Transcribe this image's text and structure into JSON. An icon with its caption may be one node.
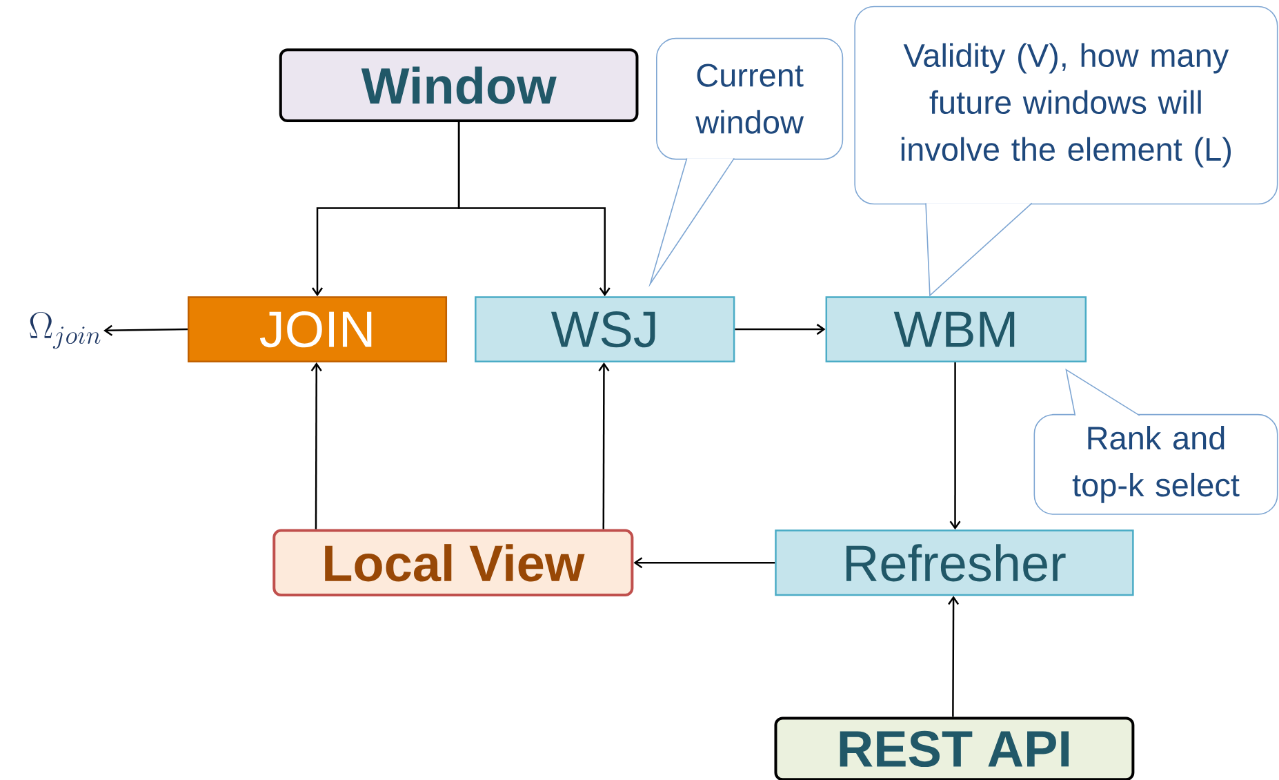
{
  "diagram": {
    "nodes": [
      {
        "text": [
          "Window"
        ]
      },
      {
        "text": [
          "\\Omega_{join}"
        ]
      },
      {
        "text": [
          "JOIN"
        ]
      },
      {
        "text": [
          "WSJ"
        ]
      },
      {
        "text": [
          "WBM"
        ]
      },
      {
        "text": [
          "Current window"
        ]
      },
      {
        "text": [
          "Validity (V), how many future windows will involve the element (L)"
        ]
      },
      {
        "text": [
          "Rank and top-k select"
        ]
      },
      {
        "text": [
          "Local View"
        ]
      },
      {
        "text": [
          "Refresher"
        ]
      },
      {
        "text": [
          "REST API"
        ]
      }
    ],
    "edges": [
      {
        "from": 0,
        "to": 2,
        "arrow": "to"
      },
      {
        "from": 0,
        "to": 3,
        "arrow": "to"
      },
      {
        "from": 2,
        "to": 1,
        "arrow": "to"
      },
      {
        "from": 3,
        "to": 4,
        "arrow": "to"
      },
      {
        "from": 4,
        "to": 9,
        "arrow": "to"
      },
      {
        "from": 9,
        "to": 8,
        "arrow": "to"
      },
      {
        "from": 8,
        "to": 2,
        "arrow": "to"
      },
      {
        "from": 8,
        "to": 3,
        "arrow": "to"
      },
      {
        "from": 10,
        "to": 9,
        "arrow": "to"
      }
    ]
  }
}
